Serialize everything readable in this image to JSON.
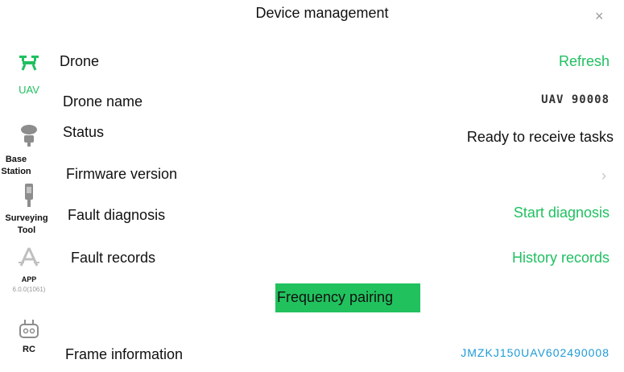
{
  "header": {
    "title": "Device management",
    "close_glyph": "×"
  },
  "sidebar": {
    "items": [
      {
        "label": "UAV",
        "icon": "drone-icon",
        "active": true
      },
      {
        "label": "Base Station",
        "icon": "base-station-icon",
        "active": false
      },
      {
        "label": "Surveying Tool",
        "icon": "surveying-tool-icon",
        "active": false
      },
      {
        "label": "APP",
        "sub": "6.0.0(1061)",
        "icon": "app-icon",
        "active": false
      },
      {
        "label": "RC",
        "icon": "remote-controller-icon",
        "active": false
      }
    ]
  },
  "main": {
    "section_title": "Drone",
    "refresh_label": "Refresh",
    "rows": {
      "drone_name": {
        "label": "Drone name",
        "value": "UAV 90008"
      },
      "status": {
        "label": "Status",
        "value": "Ready to receive tasks"
      },
      "firmware": {
        "label": "Firmware version",
        "value": "›"
      },
      "fault_diagnosis": {
        "label": "Fault diagnosis",
        "value": "Start diagnosis"
      },
      "fault_records": {
        "label": "Fault records",
        "value": "History records"
      },
      "frame_info": {
        "label": "Frame information",
        "value": "JMZKJ150UAV602490008"
      }
    },
    "pair_button": "Frequency pairing"
  },
  "colors": {
    "accent": "#20c061",
    "link_blue": "#1e9ad6",
    "button": "#21c25e"
  }
}
